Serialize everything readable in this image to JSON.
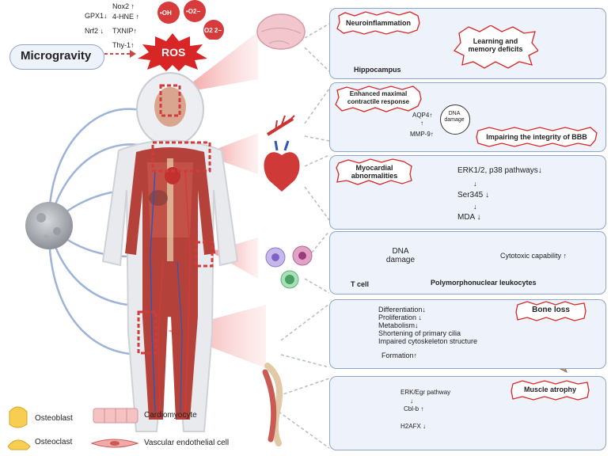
{
  "ros": {
    "markers_left": [
      "GPX1↓",
      "Nrf2 ↓"
    ],
    "markers_mid": [
      "Nox2 ↑",
      "4-HNE ↑",
      "TXNIP↑",
      "Thy-1↑"
    ],
    "species": [
      "•OH",
      "•O2−",
      "O2 2−"
    ],
    "ros_label": "ROS",
    "microgravity_label": "Microgravity"
  },
  "panels": {
    "neuro": {
      "title": "Neuroinflammation",
      "hippocampus": "Hippocampus",
      "outcome": "Learning and memory deficits"
    },
    "bbb": {
      "title": "Enhanced maximal contractile response",
      "aqp4": "AQP4↑",
      "mmp9": "MMP-9↑",
      "dna": "DNA damage",
      "outcome": "Impairing the integrity of BBB"
    },
    "cardiac": {
      "title": "Myocardial abnormalities",
      "line1": "ERK1/2, p38 pathways↓",
      "line2": "Ser345 ↓",
      "line3": "MDA  ↓"
    },
    "immune": {
      "tcell": "T cell",
      "dna": "DNA damage",
      "pmn": "Polymorphonuclear leukocytes",
      "cytotoxic": "Cytotoxic capability ↑"
    },
    "bone": {
      "items": [
        "Differentiation↓",
        "Proliferation ↓",
        "Metabolism↓",
        "Shortening of primary cilia",
        "Impaired cytoskeleton structure"
      ],
      "formation": "Formation↑",
      "outcome": "Bone loss"
    },
    "muscle": {
      "pathway": "ERK/Egr pathway",
      "cblb": "Cbl-b ↑",
      "h2afx": "H2AFX ↓",
      "outcome": "Muscle atrophy"
    }
  },
  "legend": {
    "osteoblast": "Osteoblast",
    "osteoclast": "Osteoclast",
    "cardiomyocyte": "Cardiomyocyte",
    "endothelial": "Vascular endothelial cell"
  },
  "colors": {
    "red": "#d23b3b",
    "blue": "#2f57b5",
    "panel_border": "#8fa6cc",
    "panel_bg": "#eef2fb"
  }
}
